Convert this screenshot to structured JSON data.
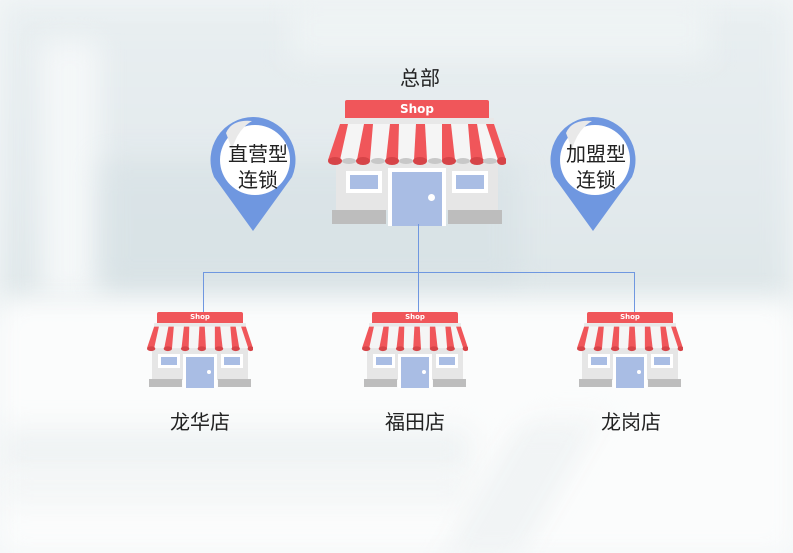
{
  "diagram": {
    "headquarters": {
      "label": "总部",
      "sign": "Shop"
    },
    "chain_types": [
      {
        "line1": "直营型",
        "line2": "连锁"
      },
      {
        "line1": "加盟型",
        "line2": "连锁"
      }
    ],
    "branches": [
      {
        "label": "龙华店",
        "sign": "Shop"
      },
      {
        "label": "福田店",
        "sign": "Shop"
      },
      {
        "label": "龙岗店",
        "sign": "Shop"
      }
    ],
    "colors": {
      "awning_red": "#f0565a",
      "window_blue": "#a9bde4",
      "pin_blue": "#6f97e0",
      "connector_blue": "#6f97e0",
      "wall_gray": "#e6e6e6",
      "step_gray": "#bdbdbd"
    }
  }
}
